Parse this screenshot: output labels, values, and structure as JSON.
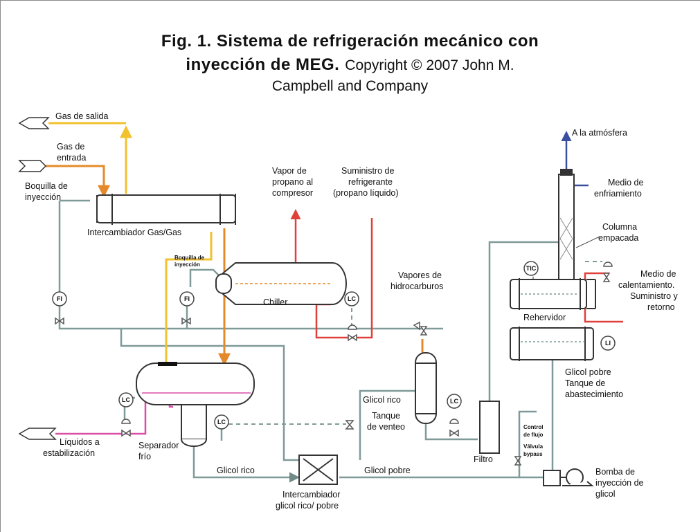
{
  "title": {
    "line1": "Fig. 1. Sistema de refrigeración mecánico con",
    "line2_bold": "inyección de MEG.",
    "line2_normal": "Copyright © 2007 John M.",
    "line3": "Campbell and Company"
  },
  "labels": {
    "gas_salida": "Gas de salida",
    "gas_entrada_1": "Gas de",
    "gas_entrada_2": "entrada",
    "boquilla_1a": "Boquilla de",
    "boquilla_1b": "inyección",
    "intercambiador_gg": "Intercambiador Gas/Gas",
    "vapor_prop_1": "Vapor de",
    "vapor_prop_2": "propano al",
    "vapor_prop_3": "compresor",
    "sum_ref_1": "Suministro de",
    "sum_ref_2": "refrigerante",
    "sum_ref_3": "(propano líquido)",
    "boquilla_2a": "Boquilla de",
    "boquilla_2b": "inyección",
    "chiller": "Chiller",
    "vapores_hc_1": "Vapores de",
    "vapores_hc_2": "hidrocarburos",
    "atmosfera": "A la atmósfera",
    "medio_enf_1": "Medio de",
    "medio_enf_2": "enfriamiento",
    "columna_1": "Columna",
    "columna_2": "empacada",
    "medio_cal_1": "Medio de",
    "medio_cal_2": "calentamiento.",
    "medio_cal_3": "Suministro y",
    "medio_cal_4": "retorno",
    "rehervidor": "Rehervidor",
    "glicol_pobre_tanque_1": "Glicol pobre",
    "glicol_pobre_tanque_2": "Tanque de",
    "glicol_pobre_tanque_3": "abastecimiento",
    "glicol_rico_top": "Glicol rico",
    "tanque_venteo_1": "Tanque",
    "tanque_venteo_2": "de venteo",
    "filtro": "Filtro",
    "control_flujo_1": "Control",
    "control_flujo_2": "de flujo",
    "valvula_bypass_1": "Válvula",
    "valvula_bypass_2": "bypass",
    "liquidos_1": "Líquidos a",
    "liquidos_2": "estabilización",
    "separador_1": "Separador",
    "separador_2": "frío",
    "glicol_rico_bottom": "Glicol rico",
    "glicol_pobre_bottom": "Glicol pobre",
    "inter_rp_1": "Intercambiador",
    "inter_rp_2": "glicol rico/ pobre",
    "bomba_1": "Bomba de",
    "bomba_2": "inyección de",
    "bomba_3": "glicol"
  },
  "instruments": {
    "fi": "FI",
    "lc": "LC",
    "tic": "TIC",
    "li": "LI"
  },
  "colors": {
    "gas": "#f2c12e",
    "process": "#e58a2a",
    "refrigerant": "#e0403a",
    "liquid": "#d94fa6",
    "glycol": "#7f9a98",
    "cooling": "#3a4fa0",
    "equipment": "#333333"
  }
}
